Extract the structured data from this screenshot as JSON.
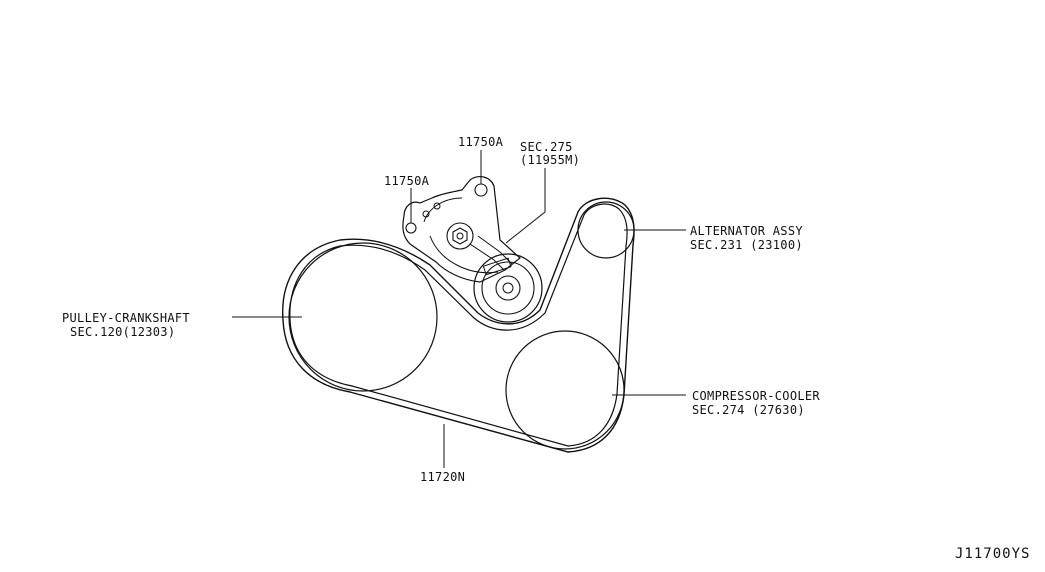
{
  "labels": {
    "pulley_crankshaft": {
      "name": "PULLEY-CRANKSHAFT",
      "section": "SEC.120(12303)"
    },
    "alternator": {
      "name": "ALTERNATOR ASSY",
      "section": "SEC.231 (23100)"
    },
    "compressor": {
      "name": "COMPRESSOR-COOLER",
      "section": "SEC.274 (27630)"
    },
    "tensioner_bolt_upper": "11750A",
    "tensioner_bolt_left": "11750A",
    "tensioner_section": {
      "name": "SEC.275",
      "part": "(11955M)"
    },
    "belt": "11720N",
    "diagram_ref": "J11700YS"
  },
  "colors": {
    "ink": "#111111",
    "background": "#ffffff"
  }
}
